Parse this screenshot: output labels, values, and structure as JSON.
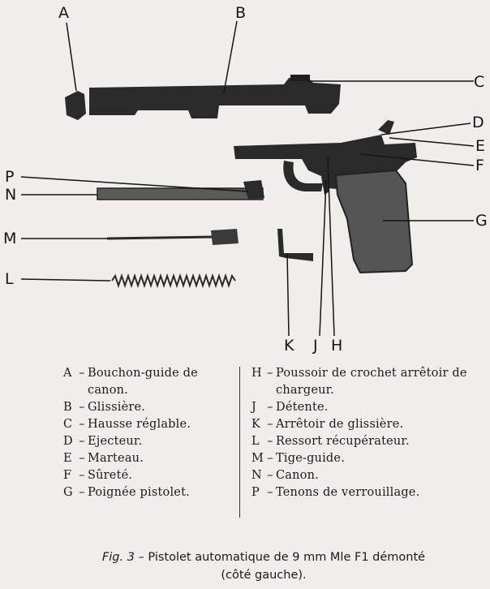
{
  "callouts": {
    "A": "A",
    "B": "B",
    "C": "C",
    "D": "D",
    "E": "E",
    "F": "F",
    "G": "G",
    "H": "H",
    "J": "J",
    "K": "K",
    "L": "L",
    "M": "M",
    "N": "N",
    "P": "P"
  },
  "legend_left": [
    {
      "key": "A",
      "label": "Bouchon-guide de canon."
    },
    {
      "key": "B",
      "label": "Glissière."
    },
    {
      "key": "C",
      "label": "Hausse réglable."
    },
    {
      "key": "D",
      "label": "Ejecteur."
    },
    {
      "key": "E",
      "label": "Marteau."
    },
    {
      "key": "F",
      "label": "Sûreté."
    },
    {
      "key": "G",
      "label": "Poignée pistolet."
    }
  ],
  "legend_right": [
    {
      "key": "H",
      "label": "Poussoir de crochet arrêtoir de chargeur."
    },
    {
      "key": "J",
      "label": "Détente."
    },
    {
      "key": "K",
      "label": "Arrêtoir de glissière."
    },
    {
      "key": "L",
      "label": "Ressort récupérateur."
    },
    {
      "key": "M",
      "label": "Tige-guide."
    },
    {
      "key": "N",
      "label": "Canon."
    },
    {
      "key": "P",
      "label": "Tenons de verrouillage."
    }
  ],
  "caption": {
    "fig": "Fig. 3",
    "text": " – Pistolet automatique de 9 mm Mle F1 démonté",
    "line2": "(côté gauche)."
  },
  "colors": {
    "paper": "#efeeea",
    "ink": "#151515",
    "part_fill": "#2a2a2a",
    "grip_fill": "#555555"
  }
}
